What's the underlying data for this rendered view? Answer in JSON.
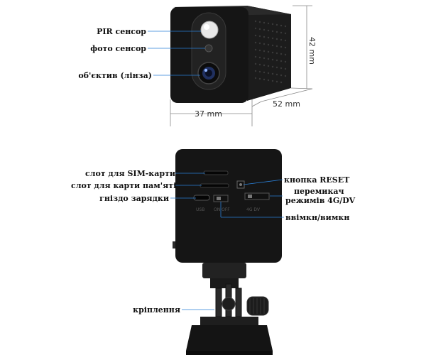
{
  "front_view": {
    "labels": {
      "pir_sensor": "PIR сенсор",
      "photo_sensor": "фото сенсор",
      "lens": "об'єктив (лінза)"
    },
    "dimensions": {
      "width": "37 mm",
      "depth": "52 mm",
      "height": "42 mm"
    }
  },
  "back_view": {
    "labels": {
      "sim_slot": "слот для SIM-карти",
      "memory_card_slot": "слот для карти пам'яті",
      "charging_port": "гніздо зарядки",
      "reset_button": "кнопка RESET",
      "mode_switch_line1": "перемикач",
      "mode_switch_line2": "режимів 4G/DV",
      "power_switch": "ввімкн/вимкн",
      "mount": "кріплення"
    }
  },
  "colors": {
    "body": "#151515",
    "leader_line": "#2a7fd6"
  }
}
